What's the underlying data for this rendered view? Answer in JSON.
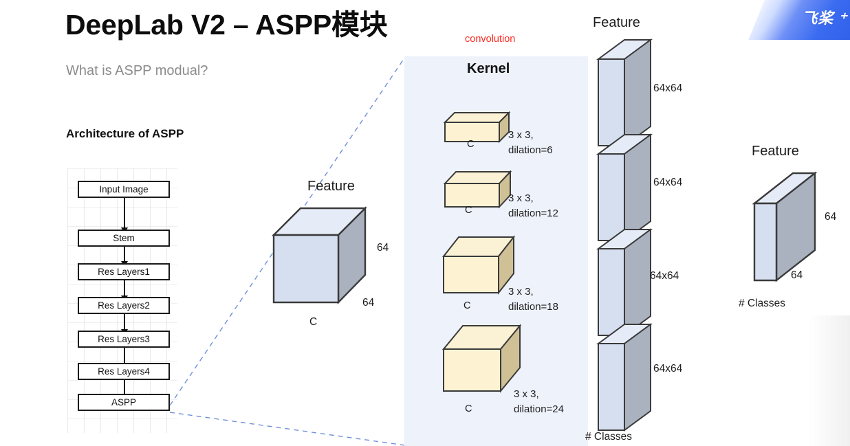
{
  "slide": {
    "title": "DeepLab V2 – ASPP模块",
    "subtitle": "What is ASPP modual?",
    "section_heading": "Architecture of ASPP",
    "logo_text": "飞桨 ⁺",
    "background": "#ffffff"
  },
  "colors": {
    "panel_bg": "#eef2fb",
    "convolution_text": "#ff2a20",
    "feature_front": "#d6dff0",
    "feature_top": "#e6ecf7",
    "feature_side": "#aab2c0",
    "kernel_front": "#fdf3d2",
    "kernel_top": "#fbf2d6",
    "kernel_side": "#cfc095",
    "outline": "#3a3a3a",
    "dashed_guide": "#6f90d8",
    "grid_line": "#e9e9e9"
  },
  "flowchart": {
    "name": "ASPP backbone pipeline",
    "nodes": [
      {
        "label": "Input Image"
      },
      {
        "label": "Stem"
      },
      {
        "label": "Res Layers1"
      },
      {
        "label": "Res Layers2"
      },
      {
        "label": "Res Layers3"
      },
      {
        "label": "Res Layers4"
      },
      {
        "label": "ASPP"
      }
    ]
  },
  "input_feature": {
    "title": "Feature",
    "depth_label": "64",
    "width_label": "64",
    "channel_label": "C"
  },
  "kernel_panel": {
    "convolution_label": "convolution",
    "title": "Kernel",
    "kernels": [
      {
        "channel_label": "C",
        "size": "3 x 3,",
        "dilation": "dilation=6"
      },
      {
        "channel_label": "C",
        "size": "3 x 3,",
        "dilation": "dilation=12"
      },
      {
        "channel_label": "C",
        "size": "3 x 3,",
        "dilation": "dilation=18"
      },
      {
        "channel_label": "C",
        "size": "3 x 3,",
        "dilation": "dilation=24"
      }
    ]
  },
  "output_feature_stack": {
    "title": "Feature",
    "bottom_label": "# Classes",
    "slabs": [
      {
        "size_label": "64x64"
      },
      {
        "size_label": "64x64"
      },
      {
        "size_label": "64x64"
      },
      {
        "size_label": "64x64"
      }
    ]
  },
  "final_feature": {
    "title": "Feature",
    "depth_label": "64",
    "width_label": "64",
    "bottom_label": "# Classes"
  },
  "chart_data": {
    "type": "diagram",
    "title": "DeepLab V2 – ASPP模块",
    "description": "ASPP module architecture: backbone pipeline feeds a CxHxW feature cube into four parallel 3x3 atrous convolution kernels with dilation rates 6, 12, 18, 24, producing four 64x64 feature maps that fuse into a final 64x64x#Classes feature map.",
    "stages": [
      {
        "name": "backbone",
        "items": [
          "Input Image",
          "Stem",
          "Res Layers1",
          "Res Layers2",
          "Res Layers3",
          "Res Layers4",
          "ASPP"
        ]
      },
      {
        "name": "input_feature",
        "dims": [
          "C",
          "64",
          "64"
        ]
      },
      {
        "name": "kernels",
        "dilations": [
          6,
          12,
          18,
          24
        ],
        "kernel_size": "3 x 3"
      },
      {
        "name": "output_maps",
        "count": 4,
        "dims": "64x64",
        "channels": "# Classes"
      },
      {
        "name": "final_feature",
        "dims": [
          "# Classes",
          "64",
          "64"
        ]
      }
    ]
  }
}
